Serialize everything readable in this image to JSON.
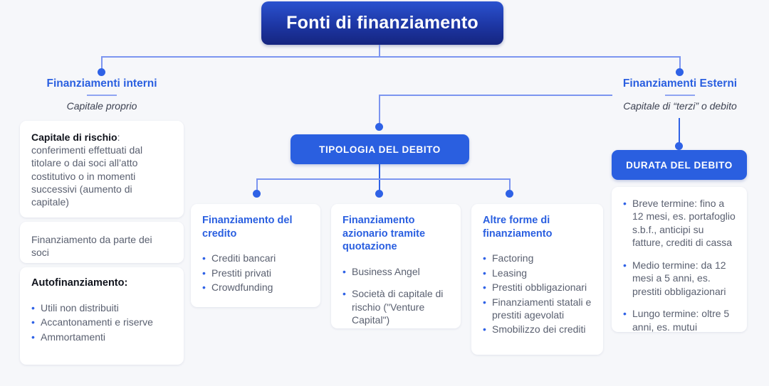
{
  "title": {
    "text": "Fonti di finanziamento"
  },
  "branches": {
    "left": {
      "heading": "Finanziamenti interni",
      "subtitle": "Capitale proprio"
    },
    "right": {
      "heading": "Finanziamenti Esterni",
      "subtitle": "Capitale di “terzi” o debito"
    }
  },
  "pills": {
    "tipologia": "TIPOLOGIA DEL DEBITO",
    "durata": "DURATA DEL DEBITO"
  },
  "cards": {
    "capitale_rischio": {
      "lead": "Capitale di rischio",
      "body": ": conferimenti effettuati dal titolare o dai soci all’atto costitutivo o in momenti successivi (aumento di capitale)"
    },
    "finanziamento_soci": {
      "text": "Finanziamento da parte dei soci"
    },
    "autofinanziamento": {
      "label": "Autofinanziamento:",
      "items": [
        "Utili non distribuiti",
        "Accantonamenti e riserve",
        "Ammortamenti"
      ]
    },
    "finanziamento_credito": {
      "heading": "Finanziamento del credito",
      "items": [
        "Crediti bancari",
        "Prestiti privati",
        "Crowdfunding"
      ]
    },
    "finanziamento_azionario": {
      "heading": "Finanziamento azionario tramite quotazione",
      "items": [
        "Business Angel",
        "Società di capitale di rischio (\"Venture Capital\")"
      ]
    },
    "altre_forme": {
      "heading": "Altre forme di finanziamento",
      "items": [
        "Factoring",
        "Leasing",
        "Prestiti obbligazionari",
        "Finanziamenti statali e prestiti agevolati",
        "Smobilizzo dei crediti"
      ]
    },
    "durata_debito": {
      "items": [
        "Breve termine: fino a 12 mesi, es. portafoglio s.b.f., anticipi su fatture, crediti di cassa",
        "Medio termine: da 12 mesi a 5 anni, es. prestiti obbligazionari",
        "Lungo termine: oltre 5 anni, es. mutui"
      ]
    }
  },
  "bullet": {
    "glyph": "•"
  },
  "colors": {
    "page_bg": "#f6f7fa",
    "accent": "#2a5fe0",
    "connector": "#7c95f0",
    "connector_dark": "#2f62e6",
    "title_gradient_top": "#2a52cf",
    "title_gradient_bottom": "#15257f",
    "card_bg": "#ffffff",
    "body_text": "#5a6070",
    "strong_text": "#10131c"
  }
}
